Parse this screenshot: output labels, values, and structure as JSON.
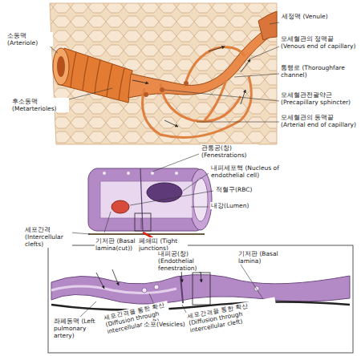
{
  "diagram": {
    "labels": [
      "소동맥 (Arteriole)",
      "세정맥 (Venule)",
      "모세혈관의 정맥끝 (Venous end of capillary)",
      "통행로 (Thoroughfare channel)",
      "후소동맥 (Metarterioles)",
      "모세혈관전괄약근 (Precapillary sphincter)",
      "모세혈관의 동맥끝 (Arterial end of capillary)",
      "관통공(창) (Fenestrations)",
      "내피세포핵 (Nucleus of endothelial cell)",
      "적혈구(RBC)",
      "내강(Lumen)",
      "기저판 (Basal lamina(cut))",
      "폐쇄띠 (Tight junctions)",
      "세포간격 (Intercellular clefts)",
      "내피공(창) (Endothelial fenestration)",
      "기저판 (Basal lamina)",
      "좌폐동맥 (Left pulmonary artery)",
      "세포간격을 통한 확산 (Diffusion through intercellular cleft)",
      "소포(Vesicles)",
      "세포간격을 통한 확산 (Diffusion through intercellular cleft)"
    ]
  }
}
